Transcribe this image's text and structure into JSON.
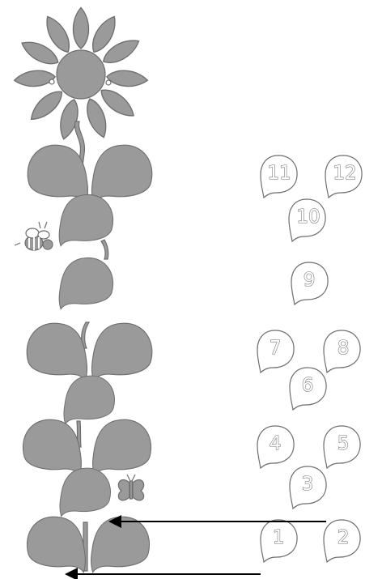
{
  "colors": {
    "shape_fill": "#9a9a9a",
    "shape_stroke": "#6e6e6e",
    "outline": "#6e6e6e",
    "arrow": "#000000"
  },
  "left_pieces": {
    "flower": "sunflower-head",
    "insects": [
      "bee",
      "butterfly"
    ]
  },
  "template_leaves": [
    {
      "number": "1"
    },
    {
      "number": "2"
    },
    {
      "number": "3"
    },
    {
      "number": "4"
    },
    {
      "number": "5"
    },
    {
      "number": "6"
    },
    {
      "number": "7"
    },
    {
      "number": "8"
    },
    {
      "number": "9"
    },
    {
      "number": "10"
    },
    {
      "number": "11"
    },
    {
      "number": "12"
    }
  ]
}
